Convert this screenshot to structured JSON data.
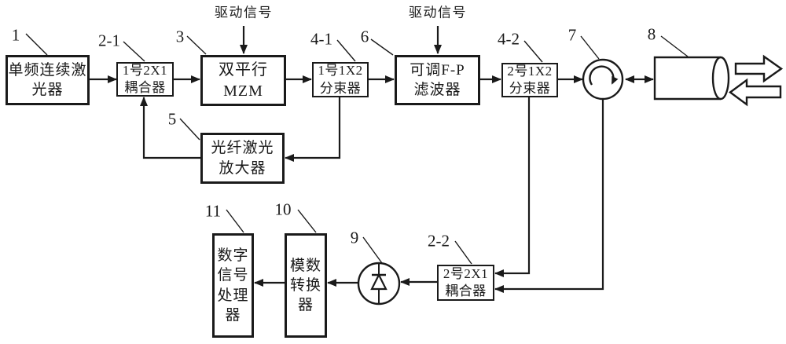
{
  "figure": {
    "background": "#ffffff",
    "line_color": "#1a1a1a"
  },
  "blocks": {
    "laser": {
      "callout": "1",
      "text": "单频连续激\n光器"
    },
    "coupler1": {
      "callout": "2-1",
      "text": "1号2X1\n耦合器"
    },
    "mzm": {
      "callout": "3",
      "text": "双平行\nMZM"
    },
    "splitter1": {
      "callout": "4-1",
      "text": "1号1X2\n分束器"
    },
    "fp_filter": {
      "callout": "6",
      "text": "可调F-P\n滤波器"
    },
    "splitter2": {
      "callout": "4-2",
      "text": "2号1X2\n分束器"
    },
    "amplifier": {
      "callout": "5",
      "text": "光纤激光\n放大器"
    },
    "coupler2": {
      "callout": "2-2",
      "text": "2号2X1\n耦合器"
    },
    "adc": {
      "callout": "10",
      "text": "模数\n转换\n器"
    },
    "dsp": {
      "callout": "11",
      "text": "数字\n信号\n处理\n器"
    }
  },
  "symbols": {
    "circulator": {
      "callout": "7"
    },
    "fiber_port": {
      "callout": "8"
    },
    "photodetector": {
      "callout": "9"
    }
  },
  "annotations": {
    "drive_signal_1": "驱动信号",
    "drive_signal_2": "驱动信号"
  }
}
